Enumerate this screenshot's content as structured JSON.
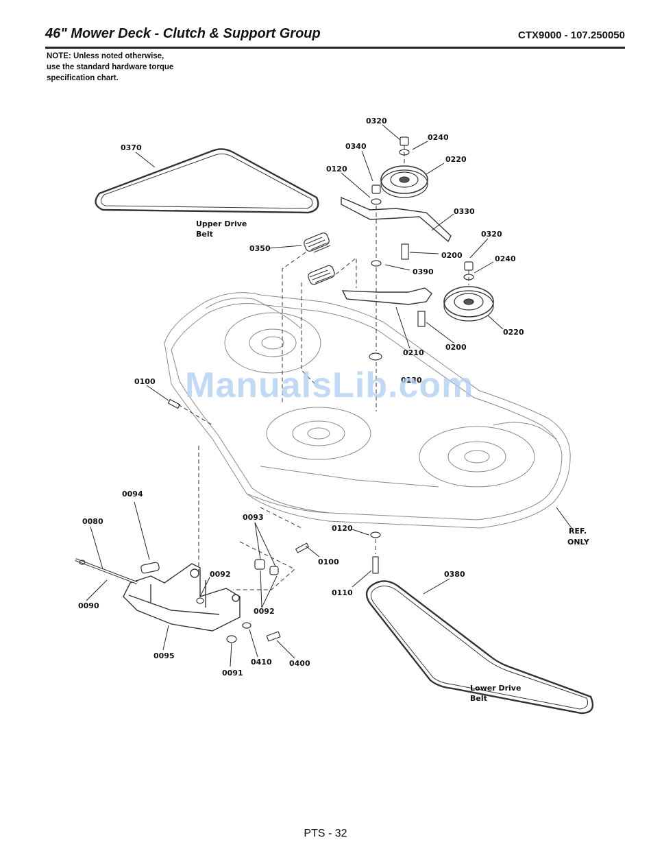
{
  "header": {
    "title": "46\" Mower Deck - Clutch & Support Group",
    "model": "CTX9000 - 107.250050"
  },
  "note": [
    "NOTE: Unless noted otherwise,",
    "use the standard hardware torque",
    "specification chart."
  ],
  "parts": {
    "p0320_a": "0320",
    "p0240_a": "0240",
    "p0340": "0340",
    "p0220_a": "0220",
    "p0120_a": "0120",
    "p0370": "0370",
    "p0330": "0330",
    "p0350": "0350",
    "p0200_a": "0200",
    "p0320_b": "0320",
    "p0240_b": "0240",
    "p0390": "0390",
    "p0210": "0210",
    "p0200_b": "0200",
    "p0220_b": "0220",
    "p0130": "0130",
    "p0100_a": "0100",
    "p0094": "0094",
    "p0080": "0080",
    "p0093": "0093",
    "p0120_b": "0120",
    "p0100_b": "0100",
    "p0092_a": "0092",
    "p0092_b": "0092",
    "p0090": "0090",
    "p0110": "0110",
    "p0380": "0380",
    "p0095": "0095",
    "p0410": "0410",
    "p0400": "0400",
    "p0091": "0091"
  },
  "callouts": {
    "upper_belt_1": "Upper Drive",
    "upper_belt_2": "Belt",
    "lower_belt_1": "Lower Drive",
    "lower_belt_2": "Belt",
    "ref_1": "REF.",
    "ref_2": "ONLY"
  },
  "watermark": "ManualsLib.com",
  "footer": {
    "page": "PTS - 32"
  }
}
